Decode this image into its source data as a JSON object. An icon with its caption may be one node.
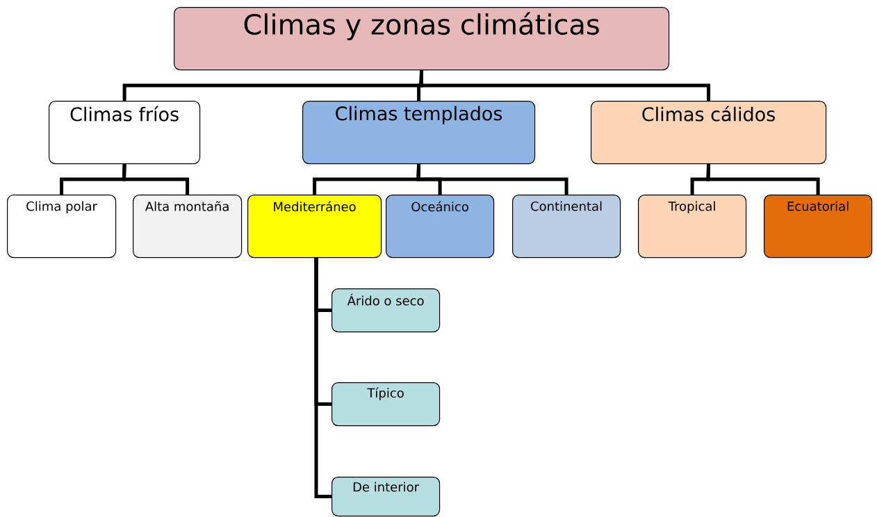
{
  "diagram": {
    "nodes": [
      {
        "text": [
          "Climas y zonas climáticas"
        ]
      },
      {
        "text": [
          "Climas fríos"
        ]
      },
      {
        "text": [
          "Climas templados"
        ]
      },
      {
        "text": [
          "Climas cálidos"
        ]
      },
      {
        "text": [
          "Clima polar"
        ]
      },
      {
        "text": [
          "Alta montaña"
        ]
      },
      {
        "text": [
          "Mediterráneo"
        ]
      },
      {
        "text": [
          "Oceánico"
        ]
      },
      {
        "text": [
          "Continental"
        ]
      },
      {
        "text": [
          "Tropical"
        ]
      },
      {
        "text": [
          "Ecuatorial"
        ]
      },
      {
        "text": [
          "Árido o seco"
        ]
      },
      {
        "text": [
          "Típico"
        ]
      },
      {
        "text": [
          "De interior"
        ]
      }
    ],
    "edges": [
      {
        "from": 0,
        "to": 1,
        "arrow": "none"
      },
      {
        "from": 0,
        "to": 2,
        "arrow": "none"
      },
      {
        "from": 0,
        "to": 3,
        "arrow": "none"
      },
      {
        "from": 1,
        "to": 4,
        "arrow": "none"
      },
      {
        "from": 1,
        "to": 5,
        "arrow": "none"
      },
      {
        "from": 2,
        "to": 6,
        "arrow": "none"
      },
      {
        "from": 2,
        "to": 7,
        "arrow": "none"
      },
      {
        "from": 2,
        "to": 8,
        "arrow": "none"
      },
      {
        "from": 3,
        "to": 9,
        "arrow": "none"
      },
      {
        "from": 3,
        "to": 10,
        "arrow": "none"
      },
      {
        "from": 6,
        "to": 11,
        "arrow": "none"
      },
      {
        "from": 6,
        "to": 12,
        "arrow": "none"
      },
      {
        "from": 6,
        "to": 13,
        "arrow": "none"
      }
    ]
  }
}
